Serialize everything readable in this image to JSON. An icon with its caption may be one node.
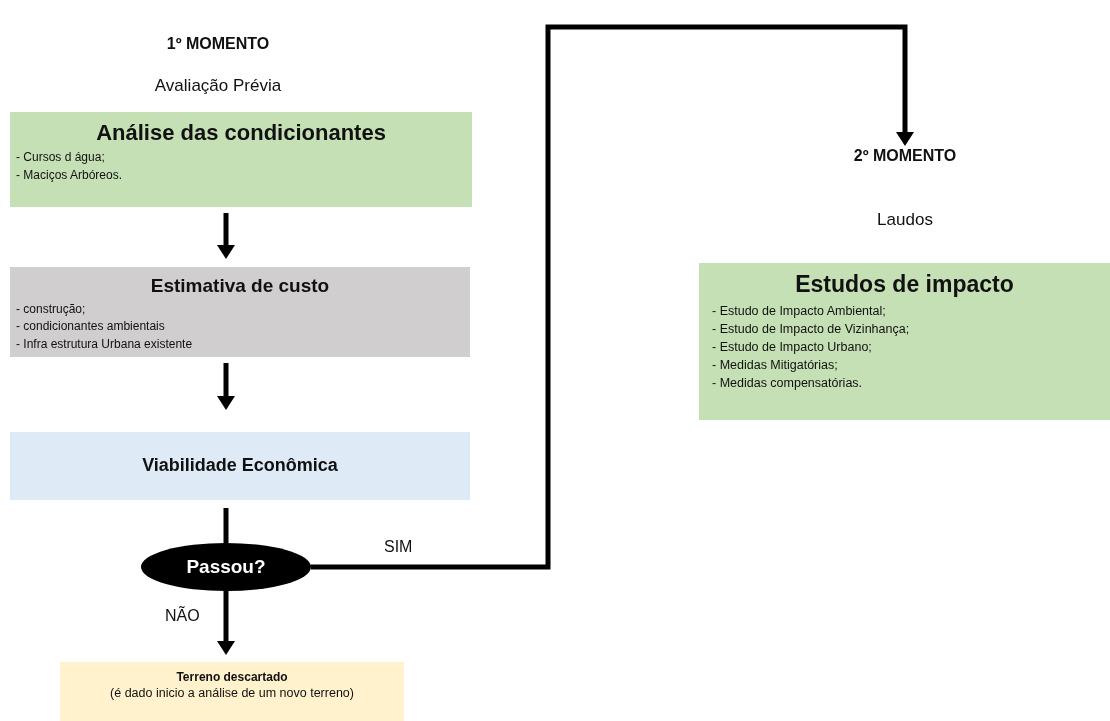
{
  "diagram": {
    "nodes": [
      {
        "text": [
          "Análise das condicionantes",
          "- Cursos d água;",
          "- Maciços Arbóreos."
        ]
      },
      {
        "text": [
          "Estimativa de custo",
          "- construção;",
          "- condicionantes ambientais",
          "- Infra estrutura Urbana existente"
        ]
      },
      {
        "text": [
          "Viabilidade Econômica"
        ]
      },
      {
        "text": [
          "Passou?"
        ]
      },
      {
        "text": [
          "Terreno descartado",
          "(é dado inicio a análise de um novo terreno)"
        ]
      },
      {
        "text": [
          "2º MOMENTO"
        ]
      },
      {
        "text": [
          "Estudos de impacto",
          "- Estudo de Impacto Ambiental;",
          "- Estudo de Impacto de Vizinhança;",
          "- Estudo de Impacto Urbano;",
          "- Medidas Mitigatórias;",
          "- Medidas compensatórias."
        ]
      }
    ],
    "edges": [
      {
        "from": 0,
        "to": 1,
        "arrow": "to"
      },
      {
        "from": 1,
        "to": 2,
        "arrow": "to"
      },
      {
        "from": 2,
        "to": 3,
        "arrow": "none"
      },
      {
        "from": 3,
        "to": 4,
        "arrow": "to",
        "label": "NÃO"
      },
      {
        "from": 3,
        "to": 5,
        "arrow": "to",
        "label": "SIM"
      }
    ],
    "labels": [
      "1º MOMENTO",
      "Avaliação Prévia",
      "Laudos"
    ]
  }
}
